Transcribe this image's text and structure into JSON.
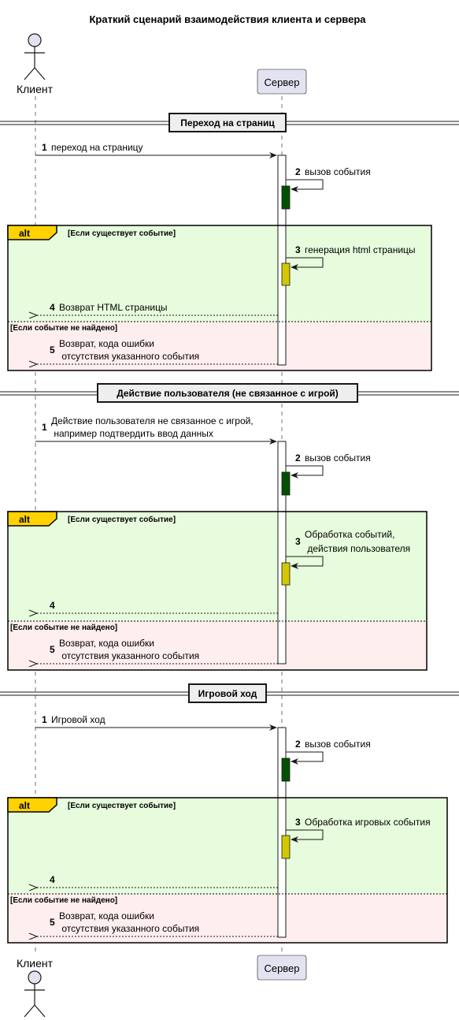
{
  "diagram": {
    "title": "Краткий сценарий взаимодействия клиента и сервера",
    "participants": {
      "client": "Клиент",
      "server": "Сервер"
    },
    "sections": [
      {
        "divider": "Переход на страниц",
        "request": {
          "num": "1",
          "lines": [
            "переход на страницу"
          ]
        },
        "self_call": {
          "num": "2",
          "lines": [
            "вызов события"
          ]
        },
        "alt": {
          "keyword": "alt",
          "guard_true": "[Если существует событие]",
          "guard_false": "[Если событие не найдено]",
          "self_call": {
            "num": "3",
            "lines": [
              "генерация html страницы"
            ]
          },
          "reply_ok": {
            "num": "4",
            "lines": [
              "Возврат HTML страницы"
            ]
          },
          "reply_err": {
            "num": "5",
            "lines": [
              "Возврат, кода ошибки",
              " отсутствия указанного события"
            ]
          }
        }
      },
      {
        "divider": "Действие пользователя (не связанное с игрой)",
        "request": {
          "num": "1",
          "lines": [
            "Действие пользователя не связанное с игрой,",
            " например подтвердить ввод данных"
          ]
        },
        "self_call": {
          "num": "2",
          "lines": [
            "вызов события"
          ]
        },
        "alt": {
          "keyword": "alt",
          "guard_true": "[Если существует событие]",
          "guard_false": "[Если событие не найдено]",
          "self_call": {
            "num": "3",
            "lines": [
              "Обработка событий,",
              " действия пользователя"
            ]
          },
          "reply_ok": {
            "num": "4",
            "lines": []
          },
          "reply_err": {
            "num": "5",
            "lines": [
              "Возврат, кода ошибки",
              " отсутствия указанного события"
            ]
          }
        }
      },
      {
        "divider": "Игровой ход",
        "request": {
          "num": "1",
          "lines": [
            "Игровой ход"
          ]
        },
        "self_call": {
          "num": "2",
          "lines": [
            "вызов события"
          ]
        },
        "alt": {
          "keyword": "alt",
          "guard_true": "[Если существует событие]",
          "guard_false": "[Если событие не найдено]",
          "self_call": {
            "num": "3",
            "lines": [
              "Обработка игровых события"
            ]
          },
          "reply_ok": {
            "num": "4",
            "lines": []
          },
          "reply_err": {
            "num": "5",
            "lines": [
              "Возврат, кода ошибки",
              " отсутствия указанного события"
            ]
          }
        }
      }
    ],
    "colors": {
      "alt_true_bg": "#e6fcdc",
      "alt_false_bg": "#ffeeee",
      "alt_tab": "#ffd200",
      "activation_event": "#005000",
      "activation_handler": "#d2c800",
      "participant_fill": "#e2e2f0",
      "divider_fill": "#eeeeee"
    }
  }
}
